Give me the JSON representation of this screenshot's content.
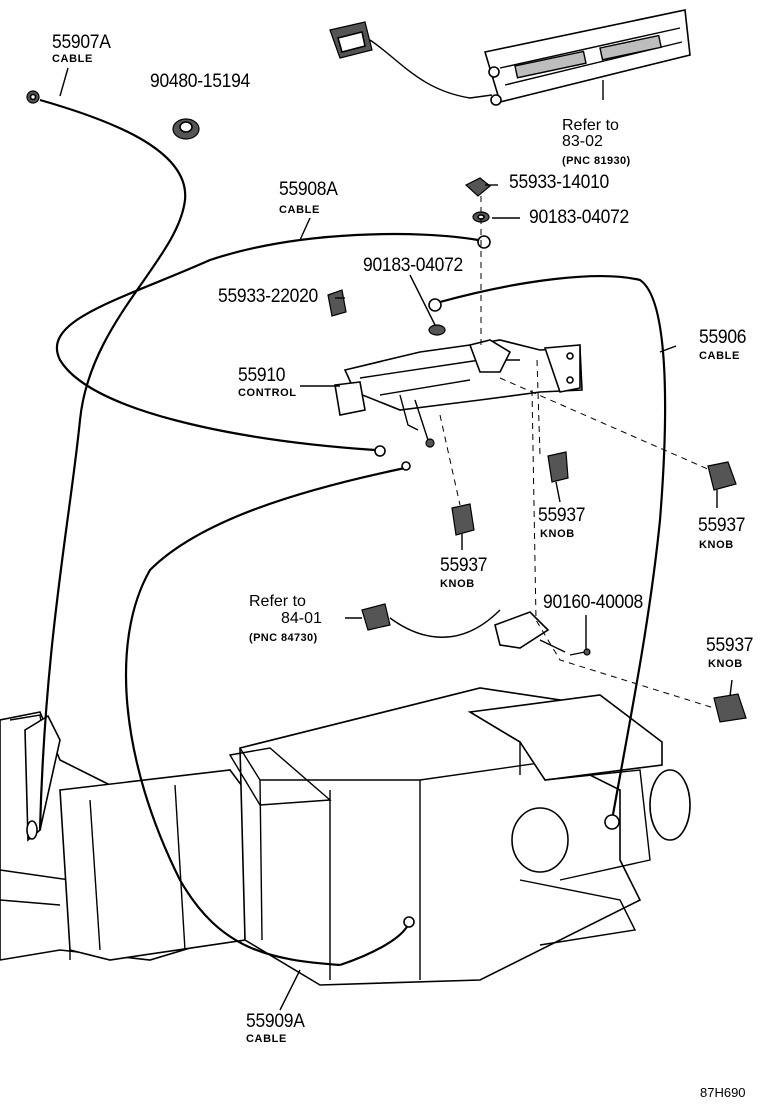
{
  "parts": {
    "p55907A": {
      "number": "55907A",
      "desc": "CABLE"
    },
    "p90480": {
      "number": "90480-15194"
    },
    "p55908A": {
      "number": "55908A",
      "desc": "CABLE"
    },
    "p55933_14010": {
      "number": "55933-14010"
    },
    "p90183_a": {
      "number": "90183-04072"
    },
    "p90183_b": {
      "number": "90183-04072"
    },
    "p55933_22020": {
      "number": "55933-22020"
    },
    "p55906": {
      "number": "55906",
      "desc": "CABLE"
    },
    "p55910": {
      "number": "55910",
      "desc": "CONTROL"
    },
    "p55937_a": {
      "number": "55937",
      "desc": "KNOB"
    },
    "p55937_b": {
      "number": "55937",
      "desc": "KNOB"
    },
    "p55937_c": {
      "number": "55937",
      "desc": "KNOB"
    },
    "p55937_d": {
      "number": "55937",
      "desc": "KNOB"
    },
    "p90160": {
      "number": "90160-40008"
    },
    "p55909A": {
      "number": "55909A",
      "desc": "CABLE"
    }
  },
  "refs": {
    "ref_83": {
      "label": "Refer to",
      "code": "83-02",
      "pnc": "(PNC 81930)"
    },
    "ref_84": {
      "label": "Refer to",
      "code": "84-01",
      "pnc": "(PNC 84730)"
    }
  },
  "figure_id": "87H690"
}
